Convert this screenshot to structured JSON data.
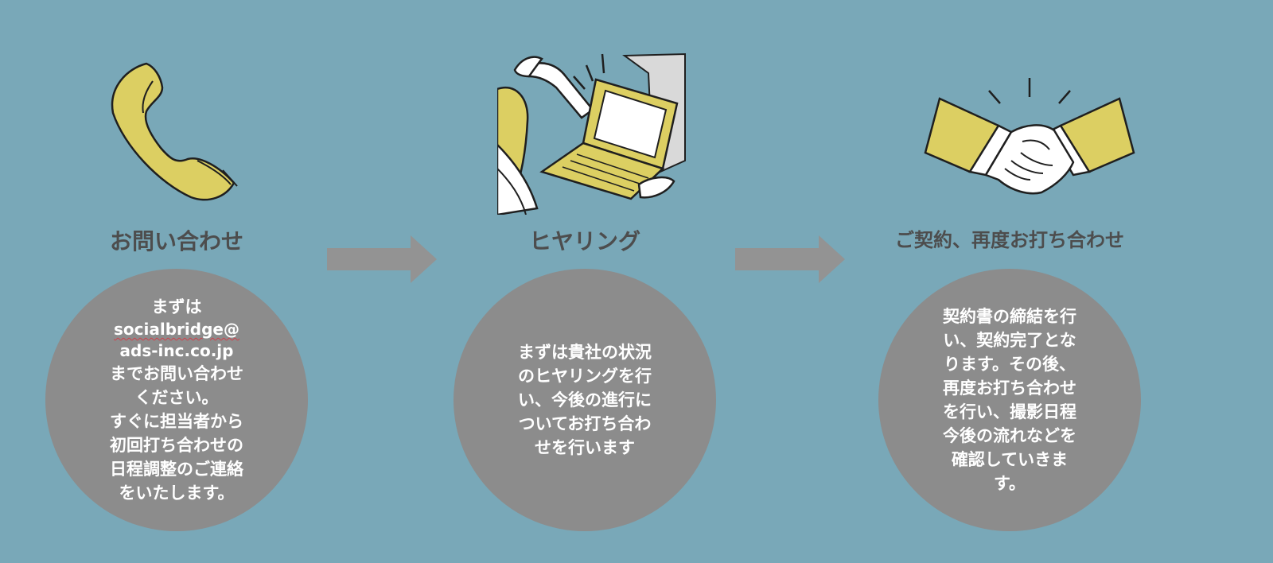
{
  "steps": [
    {
      "title": "お問い合わせ",
      "icon": "phone-icon",
      "body": {
        "intro": "まずは",
        "email_line1": "socialbridge@",
        "email_line2": "ads-inc.co.jp",
        "rest": [
          "までお問い合わせ",
          "ください。",
          "すぐに担当者から",
          "初回打ち合わせの",
          "日程調整のご連絡",
          "をいたします。"
        ]
      }
    },
    {
      "title": "ヒヤリング",
      "icon": "laptop-meeting-icon",
      "body_lines": [
        "まずは貴社の状況",
        "のヒヤリングを行",
        "い、今後の進行に",
        "ついてお打ち合わ",
        "せを行います"
      ]
    },
    {
      "title": "ご契約、再度お打ち合わせ",
      "icon": "handshake-icon",
      "body_lines": [
        "契約書の締結を行",
        "い、契約完了とな",
        "ります。その後、",
        "再度お打ち合わせ",
        "を行い、撮影日程",
        "今後の流れなどを",
        "確認していきま",
        "す。"
      ]
    }
  ],
  "colors": {
    "background": "#79a8b8",
    "circle": "#8c8c8c",
    "arrow": "#939393",
    "title": "#4d4d4d",
    "accent": "#dccf62"
  }
}
